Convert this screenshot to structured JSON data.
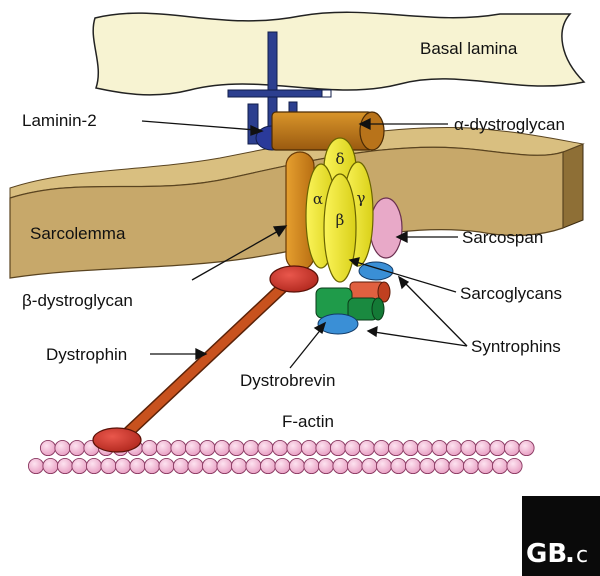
{
  "diagram": {
    "labels": {
      "basal_lamina": "Basal lamina",
      "laminin": "Laminin-2",
      "alpha_dystroglycan": "α-dystroglycan",
      "sarcolemma": "Sarcolemma",
      "sarcospan": "Sarcospan",
      "beta_dystroglycan": "β-dystroglycan",
      "sarcoglycans": "Sarcoglycans",
      "dystrophin": "Dystrophin",
      "syntrophins": "Syntrophins",
      "dystrobrevin": "Dystrobrevin",
      "f_actin": "F-actin"
    },
    "sarcoglycan_subunits": {
      "alpha": "α",
      "beta": "β",
      "gamma": "γ",
      "delta": "δ"
    },
    "logo": {
      "main": "GB",
      "dot": ".",
      "suffix": "c"
    },
    "colors": {
      "basal_lamina": "#f7f3d2",
      "sarcolemma": "#c7a86a",
      "laminin": "#2c3f8f",
      "dystroglycan": "#c9831e",
      "sarcoglycan": "#f1ea2a",
      "sarcospan": "#e8a9c8",
      "dystrophin": "#c8521e",
      "syntrophin": "#3a8fd6",
      "dystrobrevin": "#1f9b4a",
      "f_actin": "#f2b4d4"
    }
  }
}
